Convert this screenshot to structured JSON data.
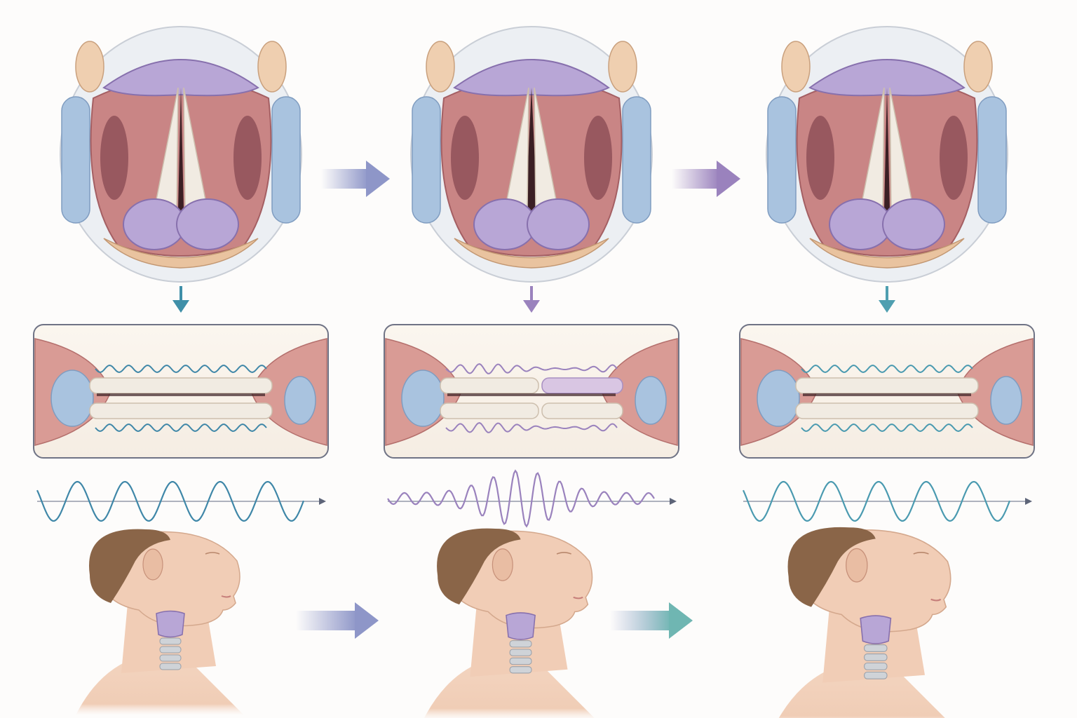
{
  "stages": [
    {
      "key": "stage-1",
      "accent": "#3f8fa8",
      "wave_color": "#3f87a8",
      "wave_kind": "regular"
    },
    {
      "key": "stage-2",
      "accent": "#9a82bd",
      "wave_color": "#9a82bd",
      "wave_kind": "irregular"
    },
    {
      "key": "stage-3",
      "accent": "#4f9fb0",
      "wave_color": "#4a9ab0",
      "wave_kind": "regular"
    }
  ],
  "colors": {
    "arrow_blue": "#8e96c8",
    "arrow_purple": "#9a82bd",
    "arrow_teal": "#6fb6b2",
    "vocal_fold": "#f1ebe2",
    "muscle": "#c98585",
    "cartilage_purple": "#b8a6d6",
    "cartilage_blue": "#a9c3df",
    "skin": "#f1cdb6",
    "hair": "#8a6548"
  },
  "icons": [
    "right-arrow-icon",
    "down-arrow-icon",
    "waveform-icon"
  ]
}
